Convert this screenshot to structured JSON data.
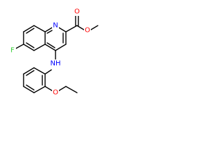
{
  "molecule": {
    "atoms": [
      {
        "id": "N1",
        "label": "N",
        "color": "#0000FF"
      },
      {
        "id": "O_carbonyl",
        "label": "O",
        "color": "#FF0000"
      },
      {
        "id": "O_ester",
        "label": "O",
        "color": "#FF0000"
      },
      {
        "id": "F",
        "label": "F",
        "color": "#33CC33"
      },
      {
        "id": "NH",
        "label": "NH",
        "color": "#0000FF"
      },
      {
        "id": "O_ether",
        "label": "O",
        "color": "#FF0000"
      }
    ]
  }
}
